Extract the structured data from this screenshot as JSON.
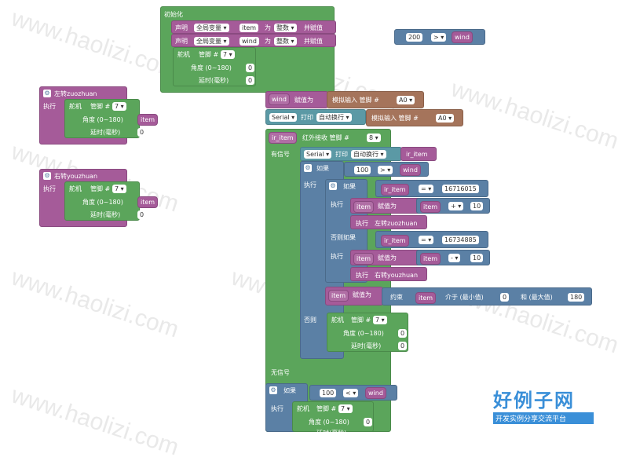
{
  "watermark": "www.haolizi.com",
  "init": {
    "title": "初始化",
    "declare1": {
      "a": "声明",
      "scope": "全局变量",
      "var": "item",
      "as": "为",
      "type": "整数",
      "assign": "并赋值"
    },
    "declare2": {
      "a": "声明",
      "scope": "全局变量",
      "var": "wind",
      "as": "为",
      "type": "整数",
      "assign": "并赋值"
    },
    "servo": {
      "label": "舵机",
      "pin_label": "管脚 #",
      "pin": "7",
      "angle_label": "角度 (0~180)",
      "angle": "0",
      "delay_label": "延时(毫秒)",
      "delay": "0"
    }
  },
  "compare_float": {
    "val": "200",
    "op": ">",
    "var": "wind"
  },
  "fn_left": {
    "name": "左转zuozhuan",
    "exec": "执行",
    "servo": "舵机",
    "pin_label": "管脚 #",
    "pin": "7",
    "angle_label": "角度 (0~180)",
    "angle": "item",
    "delay_label": "延时(毫秒)",
    "delay": "0"
  },
  "fn_right": {
    "name": "右转youzhuan",
    "exec": "执行",
    "servo": "舵机",
    "pin_label": "管脚 #",
    "pin": "7",
    "angle_label": "角度 (0~180)",
    "angle": "item",
    "delay_label": "延时(毫秒)",
    "delay": "0"
  },
  "main": {
    "wind_set": {
      "var": "wind",
      "assign": "赋值为",
      "analog": "模拟输入 管脚 #",
      "pin": "A0"
    },
    "serial": {
      "port": "Serial",
      "print": "打印",
      "mode": "自动换行",
      "analog": "模拟输入 管脚 #",
      "pin": "A0"
    },
    "ir": {
      "var": "ir_item",
      "label": "红外接收 管脚 #",
      "pin": "8",
      "has_signal": "有信号",
      "no_signal": "无信号"
    },
    "serial2": {
      "port": "Serial",
      "print": "打印",
      "mode": "自动换行",
      "var": "ir_item"
    },
    "if1": {
      "if": "如果",
      "val": "100",
      "op": ">",
      "var": "wind",
      "exec": "执行",
      "else": "否则"
    },
    "if2": {
      "if": "如果",
      "var": "ir_item",
      "op": "=",
      "code": "16716015",
      "exec": "执行",
      "set_var": "item",
      "assign": "赋值为",
      "math_var": "item",
      "math_op": "+",
      "math_val": "10",
      "call_exec": "执行",
      "call": "左转zuozhuan"
    },
    "elif": {
      "label": "否则如果",
      "var": "ir_item",
      "op": "=",
      "code": "16734885",
      "exec": "执行",
      "set_var": "item",
      "assign": "赋值为",
      "math_var": "item",
      "math_op": "-",
      "math_val": "10",
      "call_exec": "执行",
      "call": "右转youzhuan"
    },
    "constrain": {
      "var": "item",
      "assign": "赋值为",
      "fn": "约束",
      "target": "item",
      "min_label": "介于 (最小值)",
      "min": "0",
      "max_label": "和 (最大值)",
      "max": "180"
    },
    "else_servo": {
      "label": "舵机",
      "pin_label": "管脚 #",
      "pin": "7",
      "angle_label": "角度 (0~180)",
      "angle": "0",
      "delay_label": "延时(毫秒)",
      "delay": "0"
    },
    "if3": {
      "if": "如果",
      "val": "100",
      "op": "<",
      "var": "wind",
      "exec": "执行"
    },
    "if3_servo": {
      "label": "舵机",
      "pin_label": "管脚 #",
      "pin": "7",
      "angle_label": "角度 (0~180)",
      "angle": "0",
      "delay_label": "延时(毫秒)"
    }
  },
  "logo": {
    "title": "好例子网",
    "subtitle": "开发实例分享交流平台"
  }
}
